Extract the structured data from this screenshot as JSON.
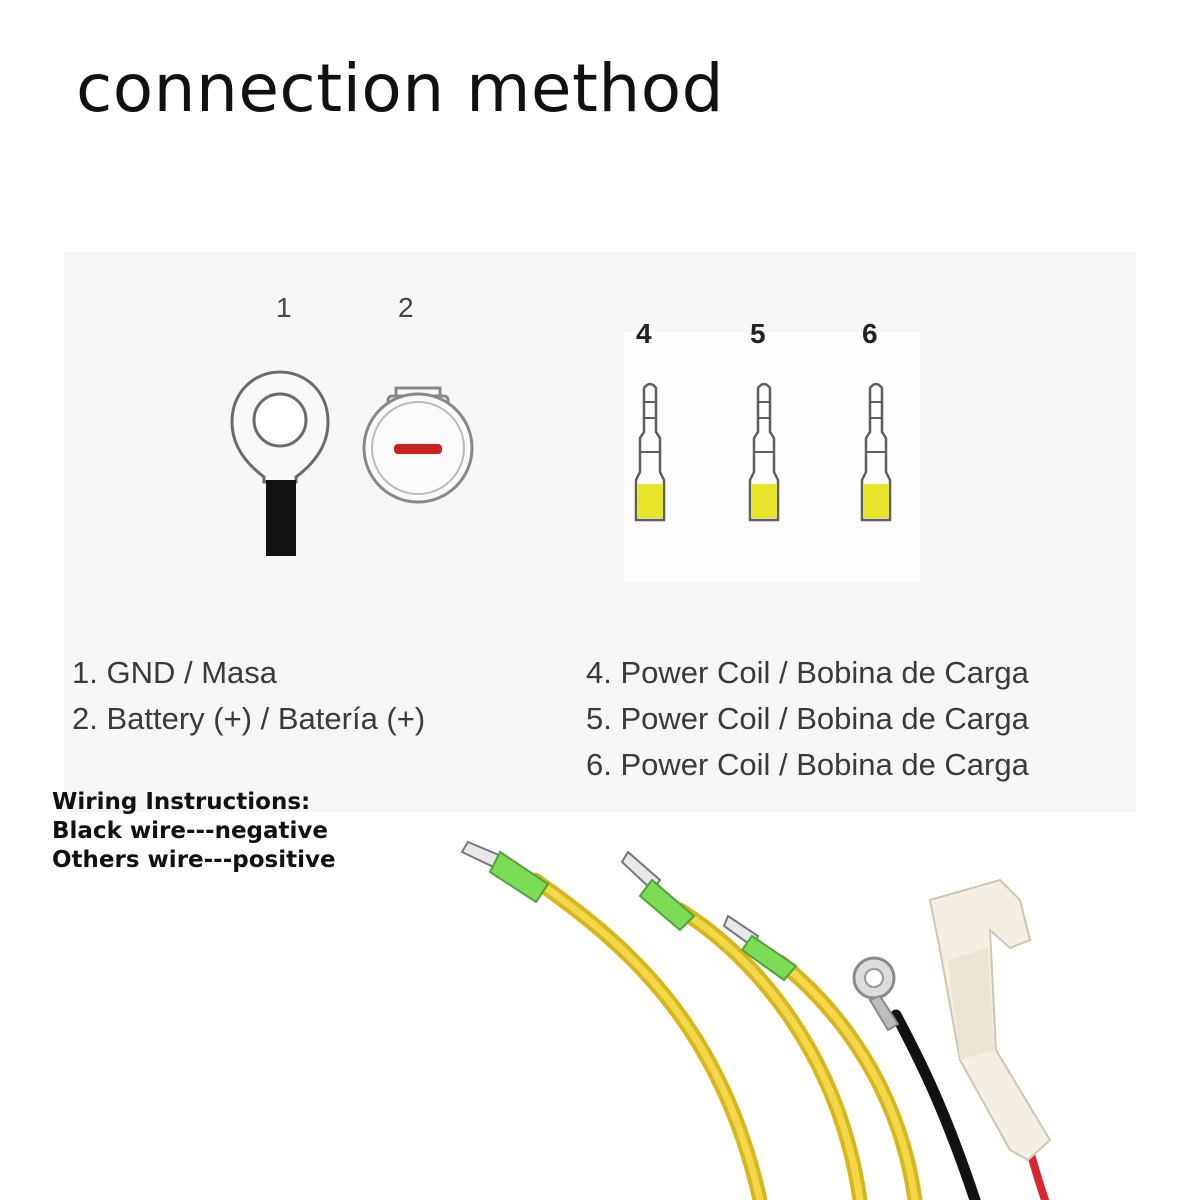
{
  "title": "connection method",
  "diagram": {
    "numbers": [
      "1",
      "2",
      "4",
      "5",
      "6"
    ],
    "legend_left": [
      "1. GND / Masa",
      "2. Battery (+) / Batería (+)"
    ],
    "legend_right": [
      "4. Power Coil / Bobina de Carga",
      "5. Power Coil / Bobina de Carga",
      "6. Power Coil / Bobina de Carga"
    ],
    "connector_icons": [
      "ring-terminal-icon",
      "round-connector-icon",
      "bullet-connector-icon"
    ],
    "colors": {
      "black_wire": "#111111",
      "minus_mark": "#cc1f1f",
      "yellow_sleeve": "#e7e62a",
      "cable_yellow": "#f0cf2e",
      "red_wire": "#d92630",
      "green_sleeve": "#7ddc55"
    }
  },
  "instructions": {
    "heading": "Wiring Instructions:",
    "line1": "Black wire---negative",
    "line2": "Others wire---positive"
  }
}
